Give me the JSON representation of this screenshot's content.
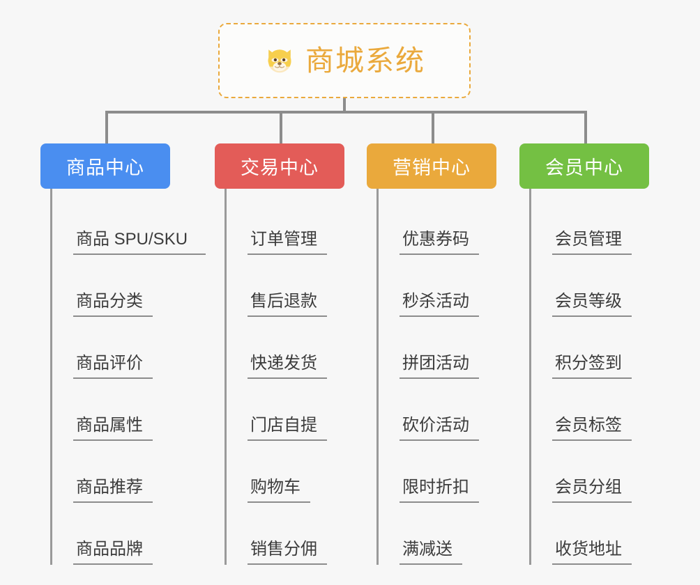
{
  "page": {
    "background_color": "#f7f7f7",
    "connector_color": "#8c8c8c"
  },
  "root": {
    "title": "商城系统",
    "icon": "shiba-dog-face-icon",
    "text_color": "#eaa93c",
    "border_color": "#eaa93c",
    "background_color": "#fcfcfb"
  },
  "columns": [
    {
      "header": "商品中心",
      "color": "#4a8ef0",
      "items": [
        "商品 SPU/SKU",
        "商品分类",
        "商品评价",
        "商品属性",
        "商品推荐",
        "商品品牌"
      ]
    },
    {
      "header": "交易中心",
      "color": "#e35c58",
      "items": [
        "订单管理",
        "售后退款",
        "快递发货",
        "门店自提",
        "购物车",
        "销售分佣"
      ]
    },
    {
      "header": "营销中心",
      "color": "#eaa93c",
      "items": [
        "优惠券码",
        "秒杀活动",
        "拼团活动",
        "砍价活动",
        "限时折扣",
        "满减送"
      ]
    },
    {
      "header": "会员中心",
      "color": "#74c043",
      "items": [
        "会员管理",
        "会员等级",
        "积分签到",
        "会员标签",
        "会员分组",
        "收货地址"
      ]
    }
  ]
}
